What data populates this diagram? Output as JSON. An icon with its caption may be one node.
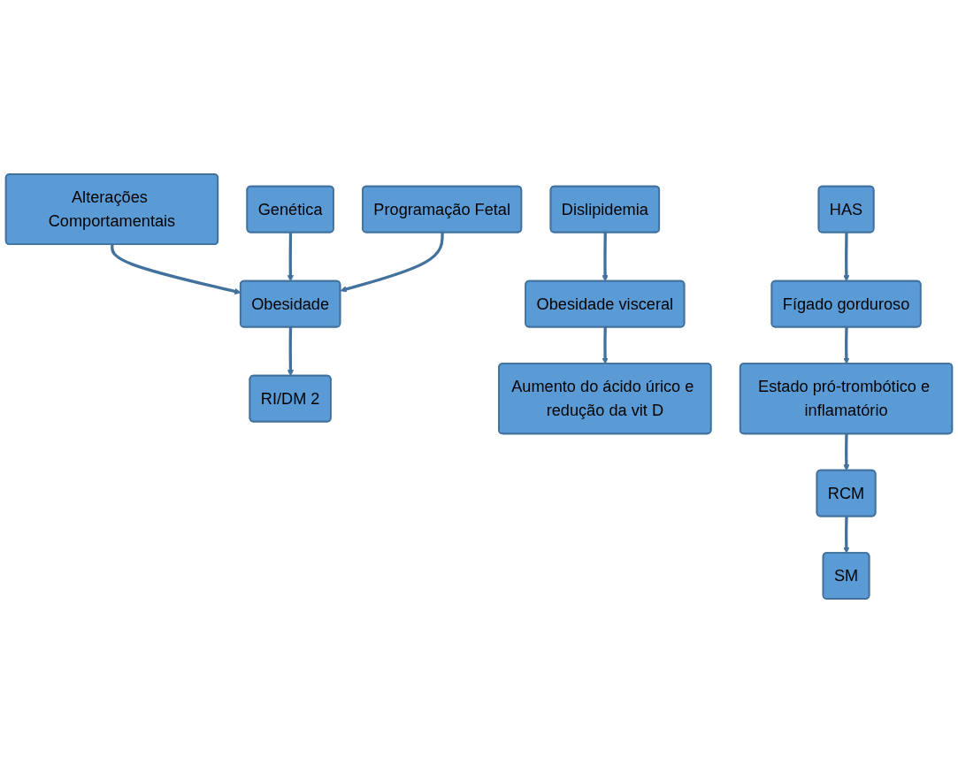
{
  "diagram": {
    "nodes": [
      {
        "text": [
          "Alterações Comportamentais"
        ]
      },
      {
        "text": [
          "Genética"
        ]
      },
      {
        "text": [
          "Programação Fetal"
        ]
      },
      {
        "text": [
          "Obesidade"
        ]
      },
      {
        "text": [
          "RI/DM 2"
        ]
      },
      {
        "text": [
          "Dislipidemia"
        ]
      },
      {
        "text": [
          "Obesidade visceral"
        ]
      },
      {
        "text": [
          "Aumento do ácido úrico e redução da vit D"
        ]
      },
      {
        "text": [
          "HAS"
        ]
      },
      {
        "text": [
          "Fígado gorduroso"
        ]
      },
      {
        "text": [
          "Estado pró-trombótico e inflamatório"
        ]
      },
      {
        "text": [
          "RCM"
        ]
      },
      {
        "text": [
          "SM"
        ]
      }
    ],
    "edges": [
      {
        "from": 0,
        "to": 3,
        "arrow": "to"
      },
      {
        "from": 1,
        "to": 3,
        "arrow": "to"
      },
      {
        "from": 2,
        "to": 3,
        "arrow": "to"
      },
      {
        "from": 3,
        "to": 4,
        "arrow": "to"
      },
      {
        "from": 5,
        "to": 6,
        "arrow": "to"
      },
      {
        "from": 6,
        "to": 7,
        "arrow": "to"
      },
      {
        "from": 8,
        "to": 9,
        "arrow": "to"
      },
      {
        "from": 9,
        "to": 10,
        "arrow": "to"
      },
      {
        "from": 10,
        "to": 11,
        "arrow": "to"
      },
      {
        "from": 11,
        "to": 12,
        "arrow": "to"
      }
    ]
  }
}
